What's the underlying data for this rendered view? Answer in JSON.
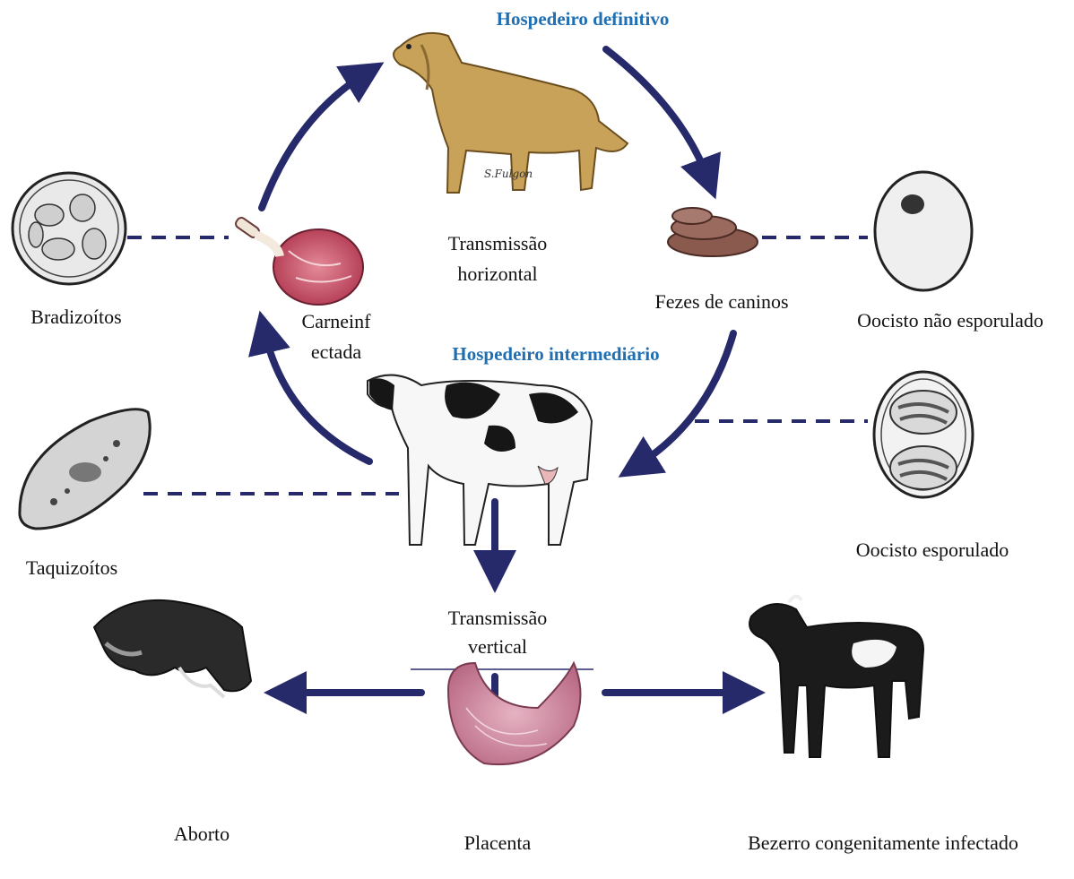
{
  "colors": {
    "arrow": "#262a6b",
    "host_title": "#1f6fb2",
    "dog": "#c9a25a",
    "cow_spots": "#161616",
    "meat": "#c8546a",
    "feces": "#8a5a4f",
    "placenta": "#c98aa0"
  },
  "icons": [
    "dog-icon",
    "cow-icon",
    "meat-icon",
    "feces-icon",
    "placenta-icon",
    "calf-icon",
    "aborted-calf-icon",
    "bradyzoite-cyst-icon",
    "tachyzoite-icon",
    "unsporulated-oocyst-icon",
    "sporulated-oocyst-icon"
  ],
  "hosts": {
    "definitive": "Hospedeiro definitivo",
    "intermediate": "Hospedeiro intermediário"
  },
  "labels": {
    "horizontal_line1": "Transmissão",
    "horizontal_line2": "horizontal",
    "feces": "Fezes de caninos",
    "bradyzoites": "Bradizoítos",
    "meat_line1": "Carneinf",
    "meat_line2": "ectada",
    "unsporulated": "Oocisto não esporulado",
    "sporulated": "Oocisto esporulado",
    "tachyzoites": "Taquizoítos",
    "vertical_line1": "Transmissão",
    "vertical_line2": "vertical",
    "abortion": "Aborto",
    "placenta": "Placenta",
    "calf": "Bezerro congenitamente infectado"
  }
}
